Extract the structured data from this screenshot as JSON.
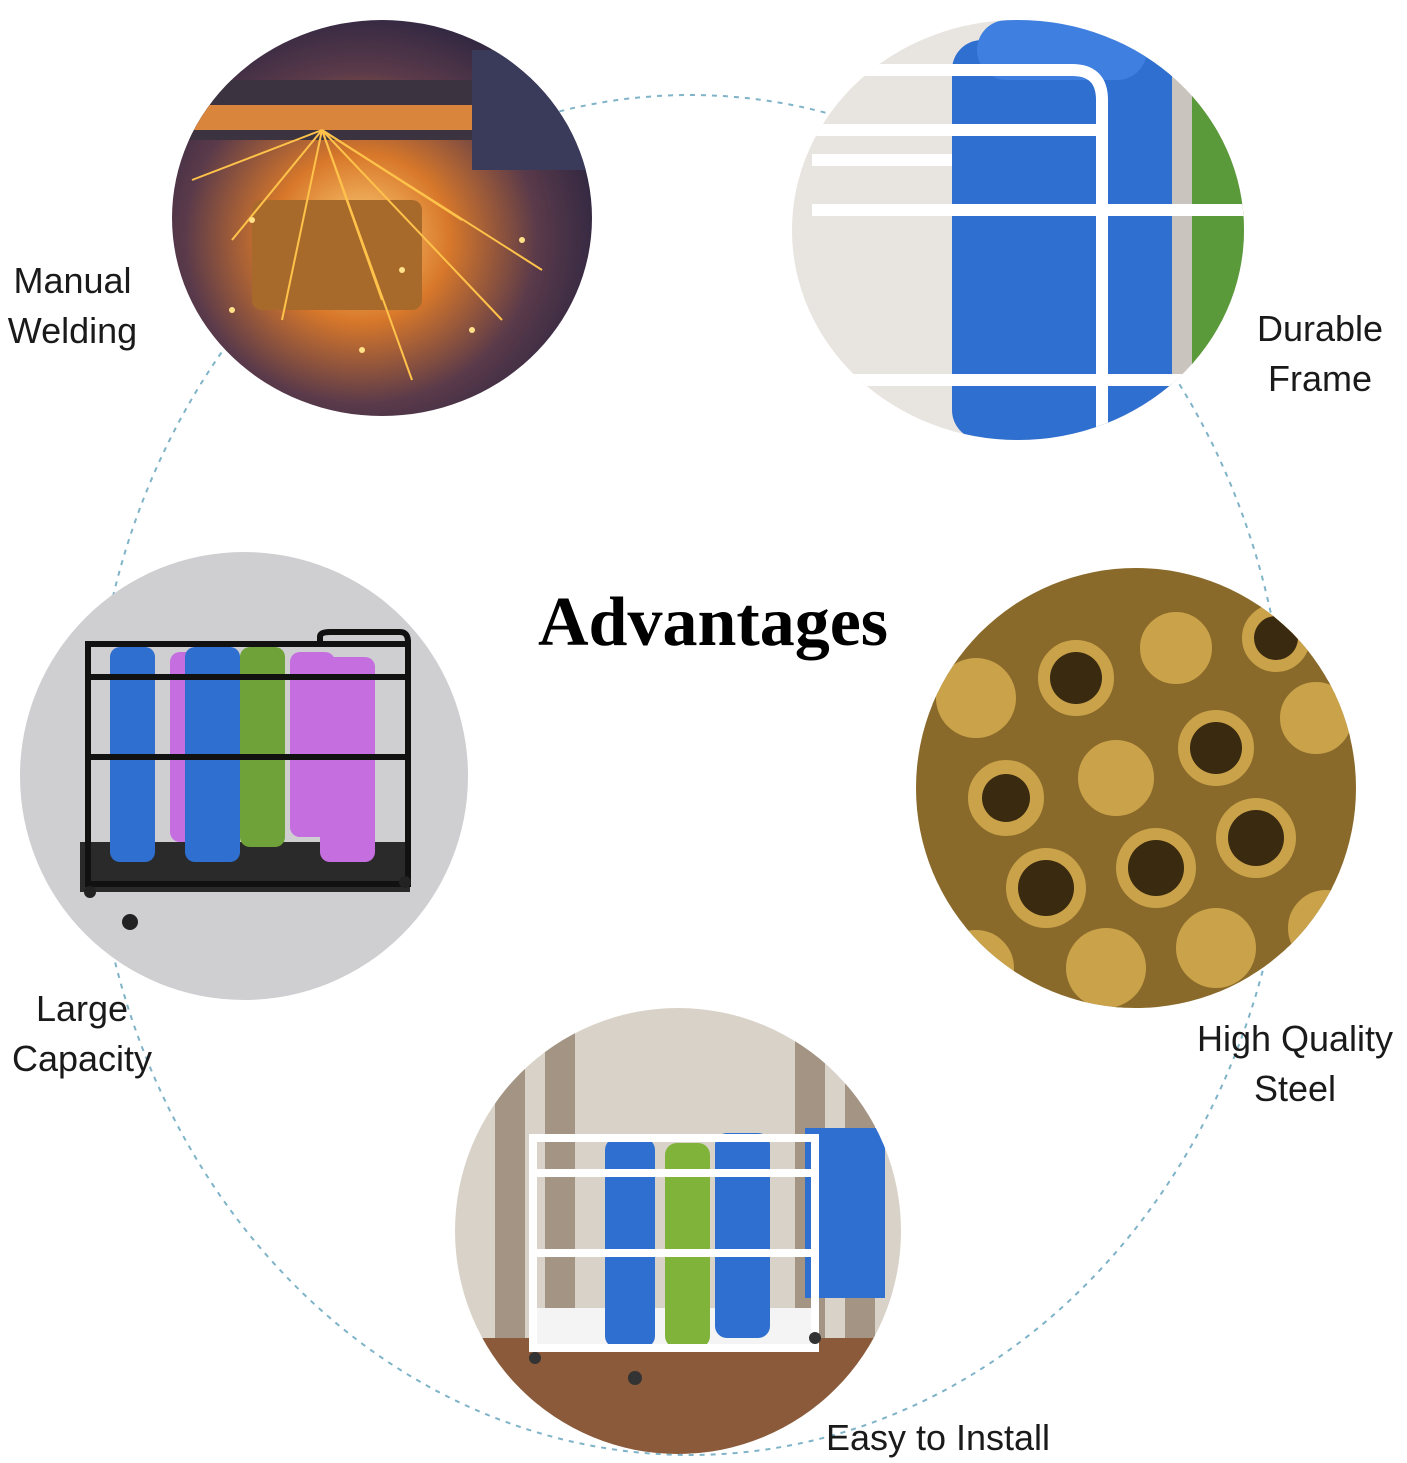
{
  "heading": "Advantages",
  "features": [
    {
      "lines": [
        "Manual",
        "Welding"
      ],
      "icon": "welding-sparks-photo"
    },
    {
      "lines": [
        "Durable",
        "Frame"
      ],
      "icon": "white-frame-blue-mat-photo"
    },
    {
      "lines": [
        "Large",
        "Capacity"
      ],
      "icon": "black-mat-cart-photo"
    },
    {
      "lines": [
        "High Quality",
        "Steel"
      ],
      "icon": "brass-steel-tubes-photo"
    },
    {
      "lines": [
        "Easy to Install"
      ],
      "icon": "white-mat-cart-room-photo"
    }
  ],
  "colors": {
    "ring": "#7fb3c8",
    "text": "#1a1a1a",
    "heading": "#000000",
    "mat_blue": "#2f6fcf",
    "mat_purple": "#c56ee0",
    "mat_green": "#6fa238",
    "brass": "#c9a24a"
  }
}
